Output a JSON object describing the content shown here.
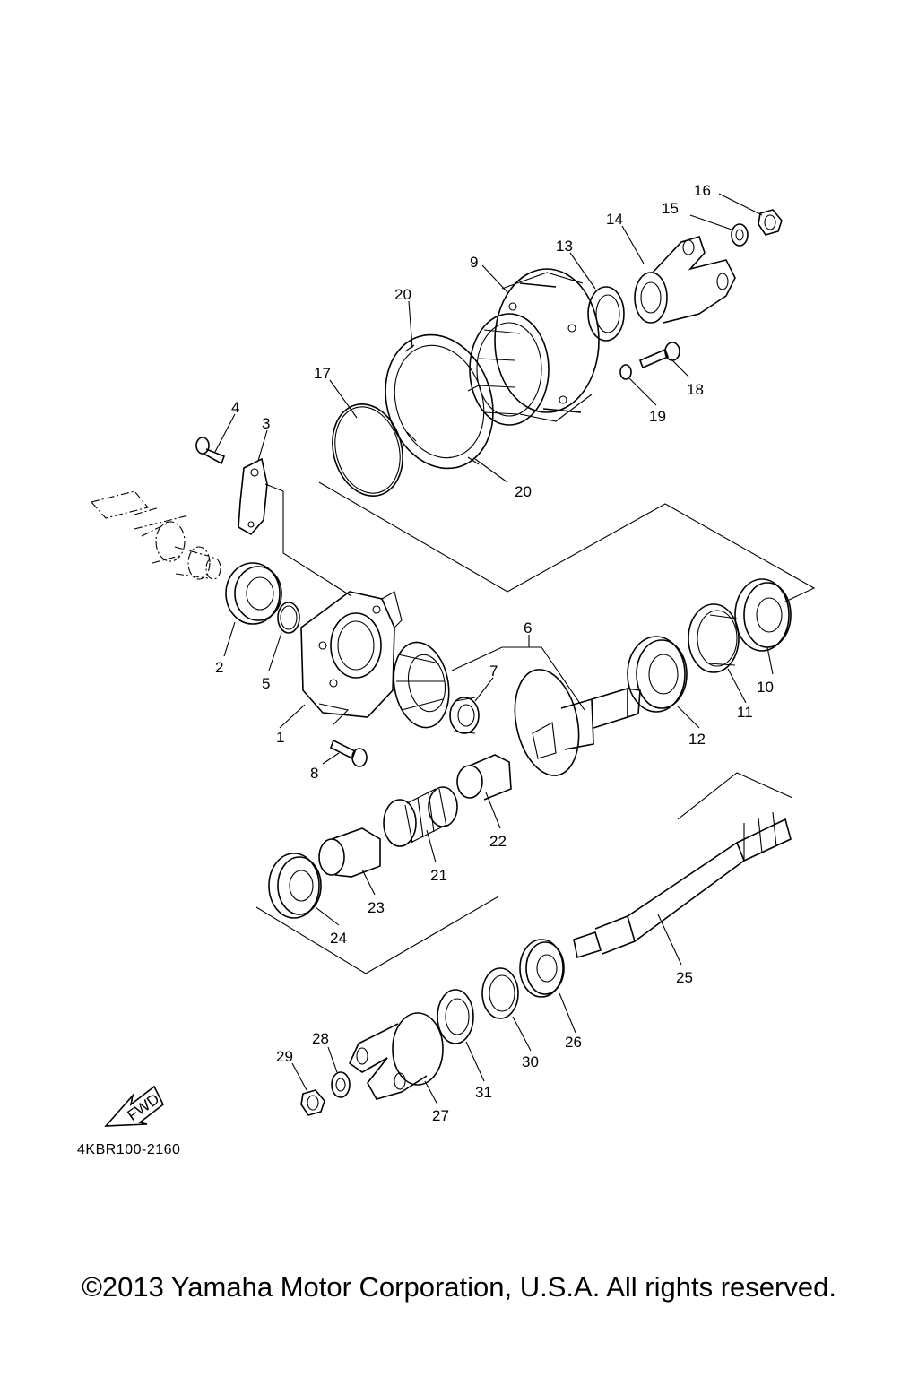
{
  "diagram": {
    "code": "4KBR100-2160",
    "fwd_label": "FWD",
    "callouts": [
      "1",
      "2",
      "3",
      "4",
      "5",
      "6",
      "7",
      "8",
      "9",
      "10",
      "11",
      "12",
      "13",
      "14",
      "15",
      "16",
      "17",
      "18",
      "19",
      "20",
      "20",
      "21",
      "22",
      "23",
      "24",
      "25",
      "26",
      "27",
      "28",
      "29",
      "30",
      "31"
    ]
  },
  "footer": {
    "copyright": "©2013 Yamaha Motor Corporation, U.S.A. All rights reserved."
  }
}
